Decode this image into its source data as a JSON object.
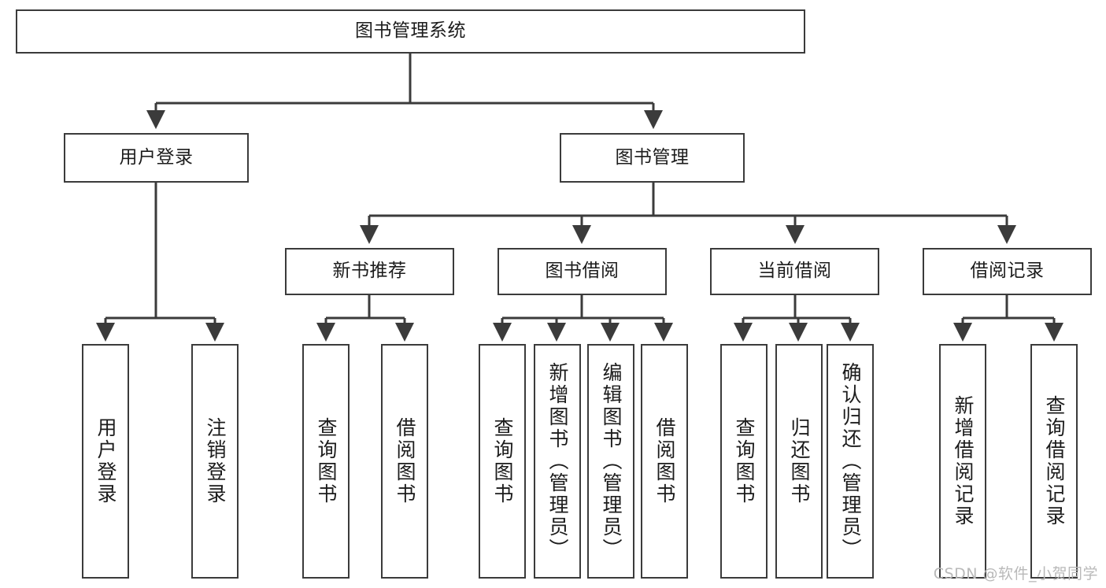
{
  "diagram": {
    "type": "tree-hierarchy-chart",
    "title": "图书管理系统",
    "watermark": "CSDN @软件_小贺同学",
    "colors": {
      "box_border": "#3b3b3b",
      "box_fill": "#ffffff",
      "connector": "#3b3b3b",
      "text": "#1c1c1c",
      "watermark": "#b9b9b9",
      "background": "#ffffff"
    },
    "root": {
      "label": "图书管理系统"
    },
    "level2": [
      {
        "label": "用户登录"
      },
      {
        "label": "图书管理"
      }
    ],
    "level3": [
      {
        "label": "新书推荐"
      },
      {
        "label": "图书借阅"
      },
      {
        "label": "当前借阅"
      },
      {
        "label": "借阅记录"
      }
    ],
    "leaves": {
      "user_login": [
        {
          "label": "用户登录"
        },
        {
          "label": "注销登录"
        }
      ],
      "new_book_recommend": [
        {
          "label": "查询图书"
        },
        {
          "label": "借阅图书"
        }
      ],
      "book_borrow": [
        {
          "label": "查询图书"
        },
        {
          "label": "新增图书（管理员）"
        },
        {
          "label": "编辑图书（管理员）"
        },
        {
          "label": "借阅图书"
        }
      ],
      "current_borrow": [
        {
          "label": "查询图书"
        },
        {
          "label": "归还图书"
        },
        {
          "label": "确认归还（管理员）"
        }
      ],
      "borrow_record": [
        {
          "label": "新增借阅记录"
        },
        {
          "label": "查询借阅记录"
        }
      ]
    }
  }
}
